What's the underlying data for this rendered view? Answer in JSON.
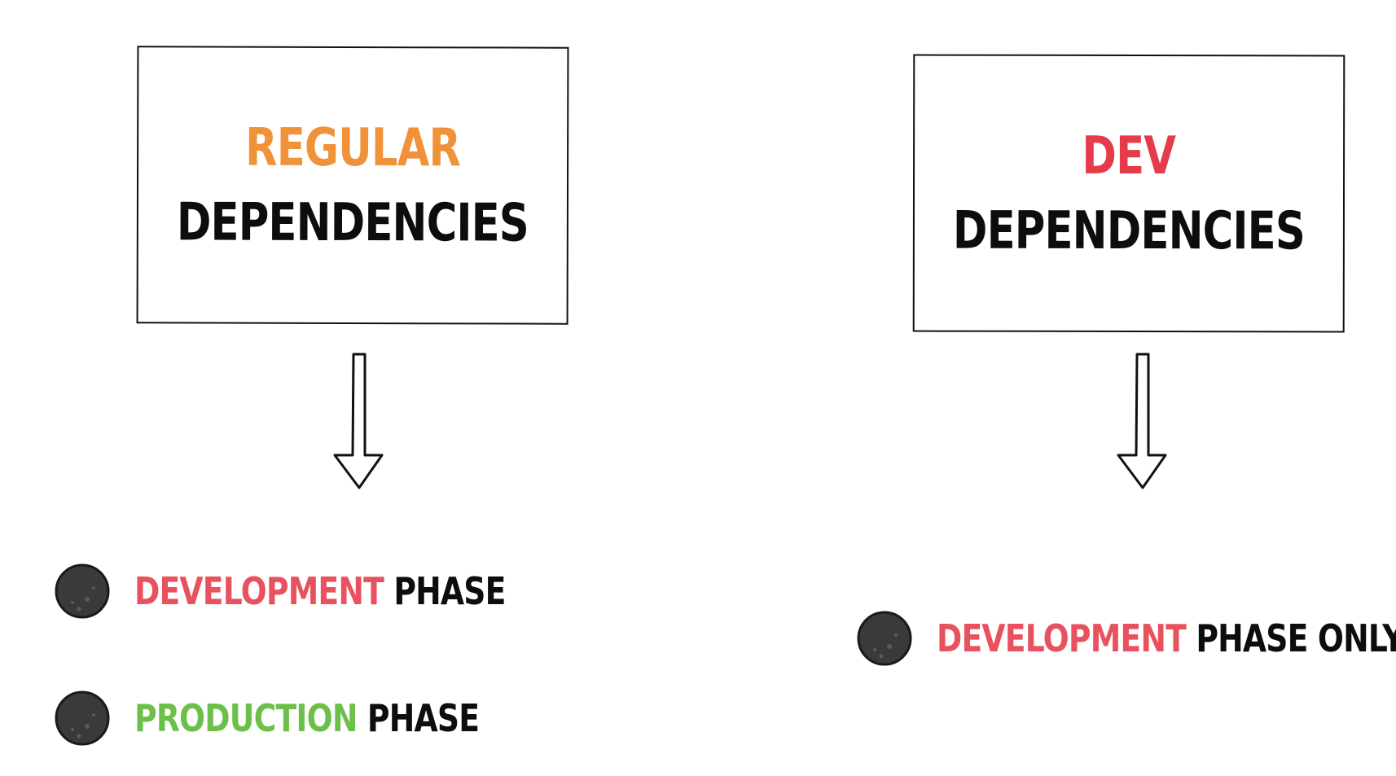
{
  "colors": {
    "orange": "#f0923a",
    "red": "#e53b4a",
    "pink_red": "#e8525f",
    "green": "#6cc04a",
    "black": "#0d0d0d",
    "ball": "#3a3a3d"
  },
  "left": {
    "title": "REGULAR",
    "subtitle": "DEPENDENCIES",
    "bullets": [
      {
        "accent": "DEVELOPMENT",
        "rest": "PHASE"
      },
      {
        "accent": "PRODUCTION",
        "rest": "PHASE"
      }
    ]
  },
  "right": {
    "title": "DEV",
    "subtitle": "DEPENDENCIES",
    "bullets": [
      {
        "accent": "DEVELOPMENT",
        "rest": "PHASE ONLY"
      }
    ]
  },
  "icons": {
    "arrow": "down-arrow-icon",
    "bullet": "moon-ball-icon"
  }
}
